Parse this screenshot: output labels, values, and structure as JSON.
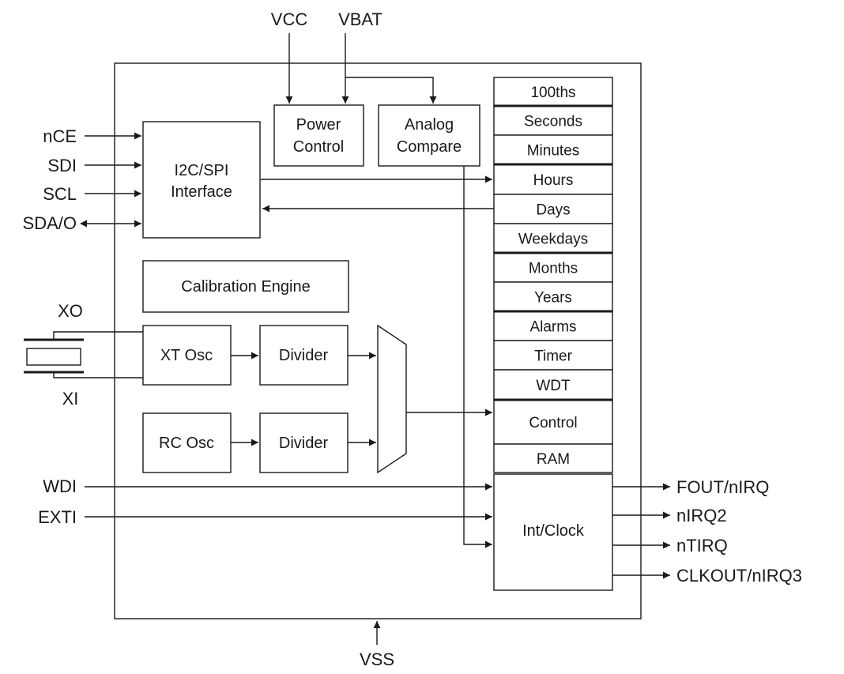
{
  "supply_pins": {
    "vcc": "VCC",
    "vbat": "VBAT",
    "vss": "VSS"
  },
  "left_pins": {
    "nce": "nCE",
    "sdi": "SDI",
    "scl": "SCL",
    "sdao": "SDA/O",
    "xo": "XO",
    "xi": "XI",
    "wdi": "WDI",
    "exti": "EXTI"
  },
  "right_pins": {
    "fout": "FOUT/nIRQ",
    "nirq2": "nIRQ2",
    "ntirq": "nTIRQ",
    "clkout": "CLKOUT/nIRQ3"
  },
  "blocks": {
    "power_control": [
      "Power",
      "Control"
    ],
    "analog_compare": [
      "Analog",
      "Compare"
    ],
    "interface": [
      "I2C/SPI",
      "Interface"
    ],
    "calibration": "Calibration Engine",
    "xt_osc": "XT Osc",
    "rc_osc": "RC Osc",
    "divider": "Divider",
    "int_clock": "Int/Clock"
  },
  "registers": [
    "100ths",
    "Seconds",
    "Minutes",
    "Hours",
    "Days",
    "Weekdays",
    "Months",
    "Years",
    "Alarms",
    "Timer",
    "WDT",
    "Control",
    "RAM"
  ]
}
